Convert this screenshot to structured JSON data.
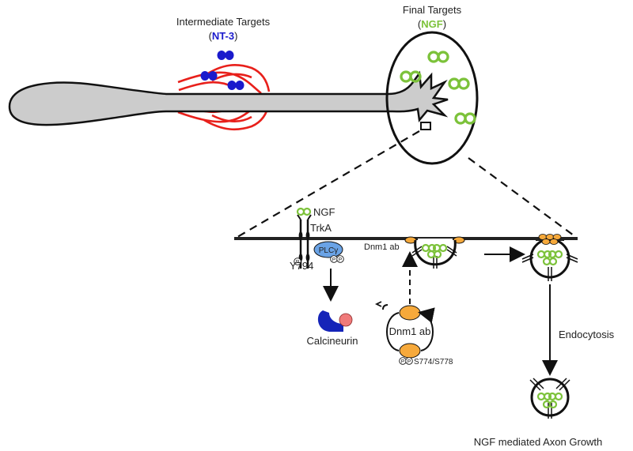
{
  "labels": {
    "intermediate_title": "Intermediate Targets",
    "nt3": "NT-3",
    "final_title": "Final Targets",
    "ngf_target": "NGF",
    "ngf_receptor": "NGF",
    "trka": "TrkA",
    "plc": "PLCγ",
    "y794": "Y794",
    "calcineurin": "Calcineurin",
    "dnm1_ab_top": "Dnm1 ab",
    "dnm1_ab_cycle": "Dnm1 ab",
    "phospho_sites": "S774/S778",
    "endocytosis": "Endocytosis",
    "outcome": "NGF mediated Axon Growth"
  },
  "colors": {
    "nt3": "#1a1acc",
    "ngf": "#7cc23a",
    "axon_fill": "#cccccc",
    "intermediate_target": "#e8201b",
    "dynamin": "#f6a93b",
    "plc": "#6aa3e6",
    "calcineurin_blue": "#1524b8",
    "calcineurin_pink": "#f07a7a"
  }
}
